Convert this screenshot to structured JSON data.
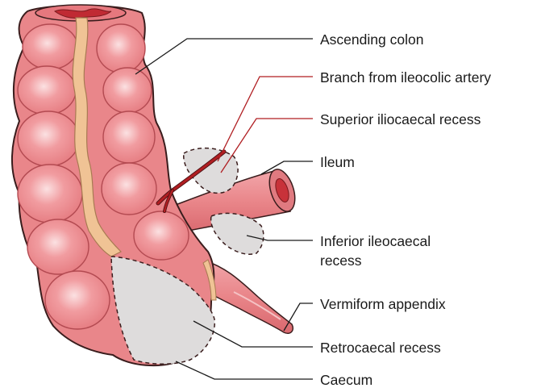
{
  "labels": {
    "ascending_colon": "Ascending colon",
    "ileocolic_branch": "Branch from ileocolic artery",
    "superior_recess": "Superior iliocaecal recess",
    "ileum": "Ileum",
    "inferior_recess_line1": "Inferior ileocaecal",
    "inferior_recess_line2": "recess",
    "appendix": "Vermiform appendix",
    "retrocaecal": "Retrocaecal recess",
    "caecum": "Caecum"
  },
  "colors": {
    "colon_fill": "#e9868a",
    "colon_highlight": "#f6c4c6",
    "colon_outline": "#3a1d1d",
    "taenia": "#f0c395",
    "recess_fill": "#dedcdc",
    "artery": "#b01e22"
  }
}
